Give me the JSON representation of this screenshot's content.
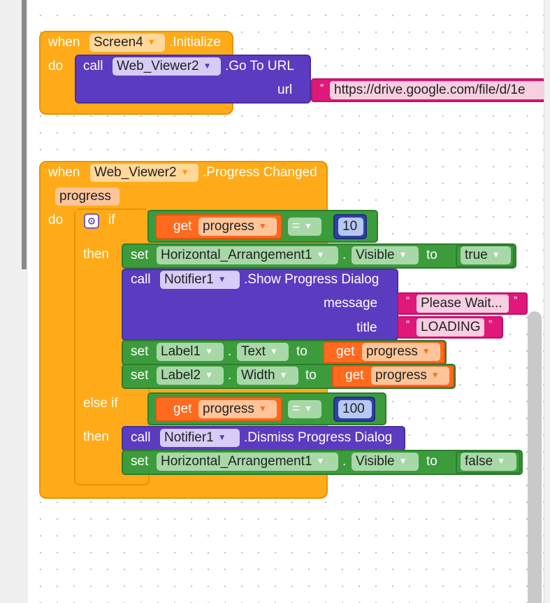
{
  "screen_init": {
    "when": "when",
    "component": "Screen4",
    "event": ".Initialize",
    "do": "do",
    "call": "call",
    "target": "Web_Viewer2",
    "method": ".Go To URL",
    "url_label": "url",
    "quote_open": "“",
    "url_value": "https://drive.google.com/file/d/1e"
  },
  "progress_event": {
    "when": "when",
    "component": "Web_Viewer2",
    "event": ".Progress Changed",
    "param": "progress",
    "do": "do",
    "if_label": "if",
    "then_label": "then",
    "else_if_label": "else if",
    "then_label2": "then",
    "cond1": {
      "get": "get",
      "var": "progress",
      "op": "=",
      "value": "10"
    },
    "set1": {
      "set": "set",
      "component": "Horizontal_Arrangement1",
      "dot": ".",
      "prop": "Visible",
      "to": "to",
      "value": "true"
    },
    "call1": {
      "call": "call",
      "component": "Notifier1",
      "method": ".Show Progress Dialog",
      "message_label": "message",
      "message_value": "Please Wait...",
      "title_label": "title",
      "title_value": "LOADING",
      "quote_open": "“",
      "quote_close": "”"
    },
    "set2": {
      "set": "set",
      "component": "Label1",
      "dot": ".",
      "prop": "Text",
      "to": "to",
      "get": "get",
      "var": "progress"
    },
    "set3": {
      "set": "set",
      "component": "Label2",
      "dot": ".",
      "prop": "Width",
      "to": "to",
      "get": "get",
      "var": "progress"
    },
    "cond2": {
      "get": "get",
      "var": "progress",
      "op": "=",
      "value": "100"
    },
    "call2": {
      "call": "call",
      "component": "Notifier1",
      "method": ".Dismiss Progress Dialog"
    },
    "set4": {
      "set": "set",
      "component": "Horizontal_Arrangement1",
      "dot": ".",
      "prop": "Visible",
      "to": "to",
      "value": "false"
    }
  },
  "icons": {
    "dropdown": "▼",
    "gear": "⚙"
  },
  "colors": {
    "event": "#ffab19",
    "event_dark": "#e89400",
    "procedure": "#5b3cc0",
    "text": "#e0187a",
    "text_light": "#f7cfe0",
    "variable": "#ff6a1f",
    "logic": "#3c9c3c",
    "math": "#2d42a0",
    "math_light": "#b8c8f5",
    "workspace": "#ffffff",
    "page": "#f0f0f0"
  }
}
